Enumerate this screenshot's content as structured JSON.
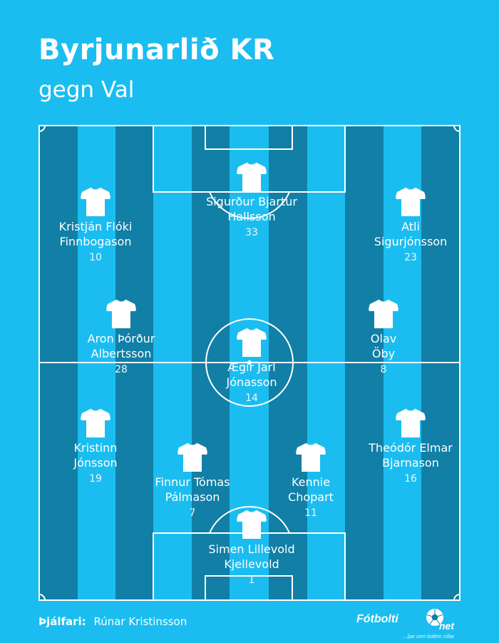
{
  "header": {
    "title": "Byrjunarlið KR",
    "subtitle": "gegn Val"
  },
  "colors": {
    "background": "#1bbdf0",
    "stripe_dark": "#117fa6",
    "stripe_light": "#1bbdf0",
    "lines": "#ffffff"
  },
  "players": [
    {
      "name_line1": "Sigurður Bjartur",
      "name_line2": "Hallsson",
      "number": "33"
    },
    {
      "name_line1": "Kristján Flóki",
      "name_line2": "Finnbogason",
      "number": "10"
    },
    {
      "name_line1": "Atli",
      "name_line2": "Sigurjónsson",
      "number": "23"
    },
    {
      "name_line1": "Aron Þórður",
      "name_line2": "Albertsson",
      "number": "28"
    },
    {
      "name_line1": "Ægir Jarl",
      "name_line2": "Jónasson",
      "number": "14"
    },
    {
      "name_line1": "Olav",
      "name_line2": "Öby",
      "number": "8"
    },
    {
      "name_line1": "Kristinn",
      "name_line2": "Jónsson",
      "number": "19"
    },
    {
      "name_line1": "Finnur Tómas",
      "name_line2": "Pálmason",
      "number": "7"
    },
    {
      "name_line1": "Kennie",
      "name_line2": "Chopart",
      "number": "11"
    },
    {
      "name_line1": "Theódór Elmar",
      "name_line2": "Bjarnason",
      "number": "16"
    },
    {
      "name_line1": "Simen Lillevold",
      "name_line2": "Kjellevold",
      "number": "1"
    }
  ],
  "coach": {
    "label": "Þjálfari:",
    "name": "Rúnar Kristinsson"
  },
  "logo": {
    "word1": "Fótbolti",
    "word2": "net",
    "tagline": "...þar sem boltinn rúllar",
    "icon": "soccer-ball-icon"
  }
}
